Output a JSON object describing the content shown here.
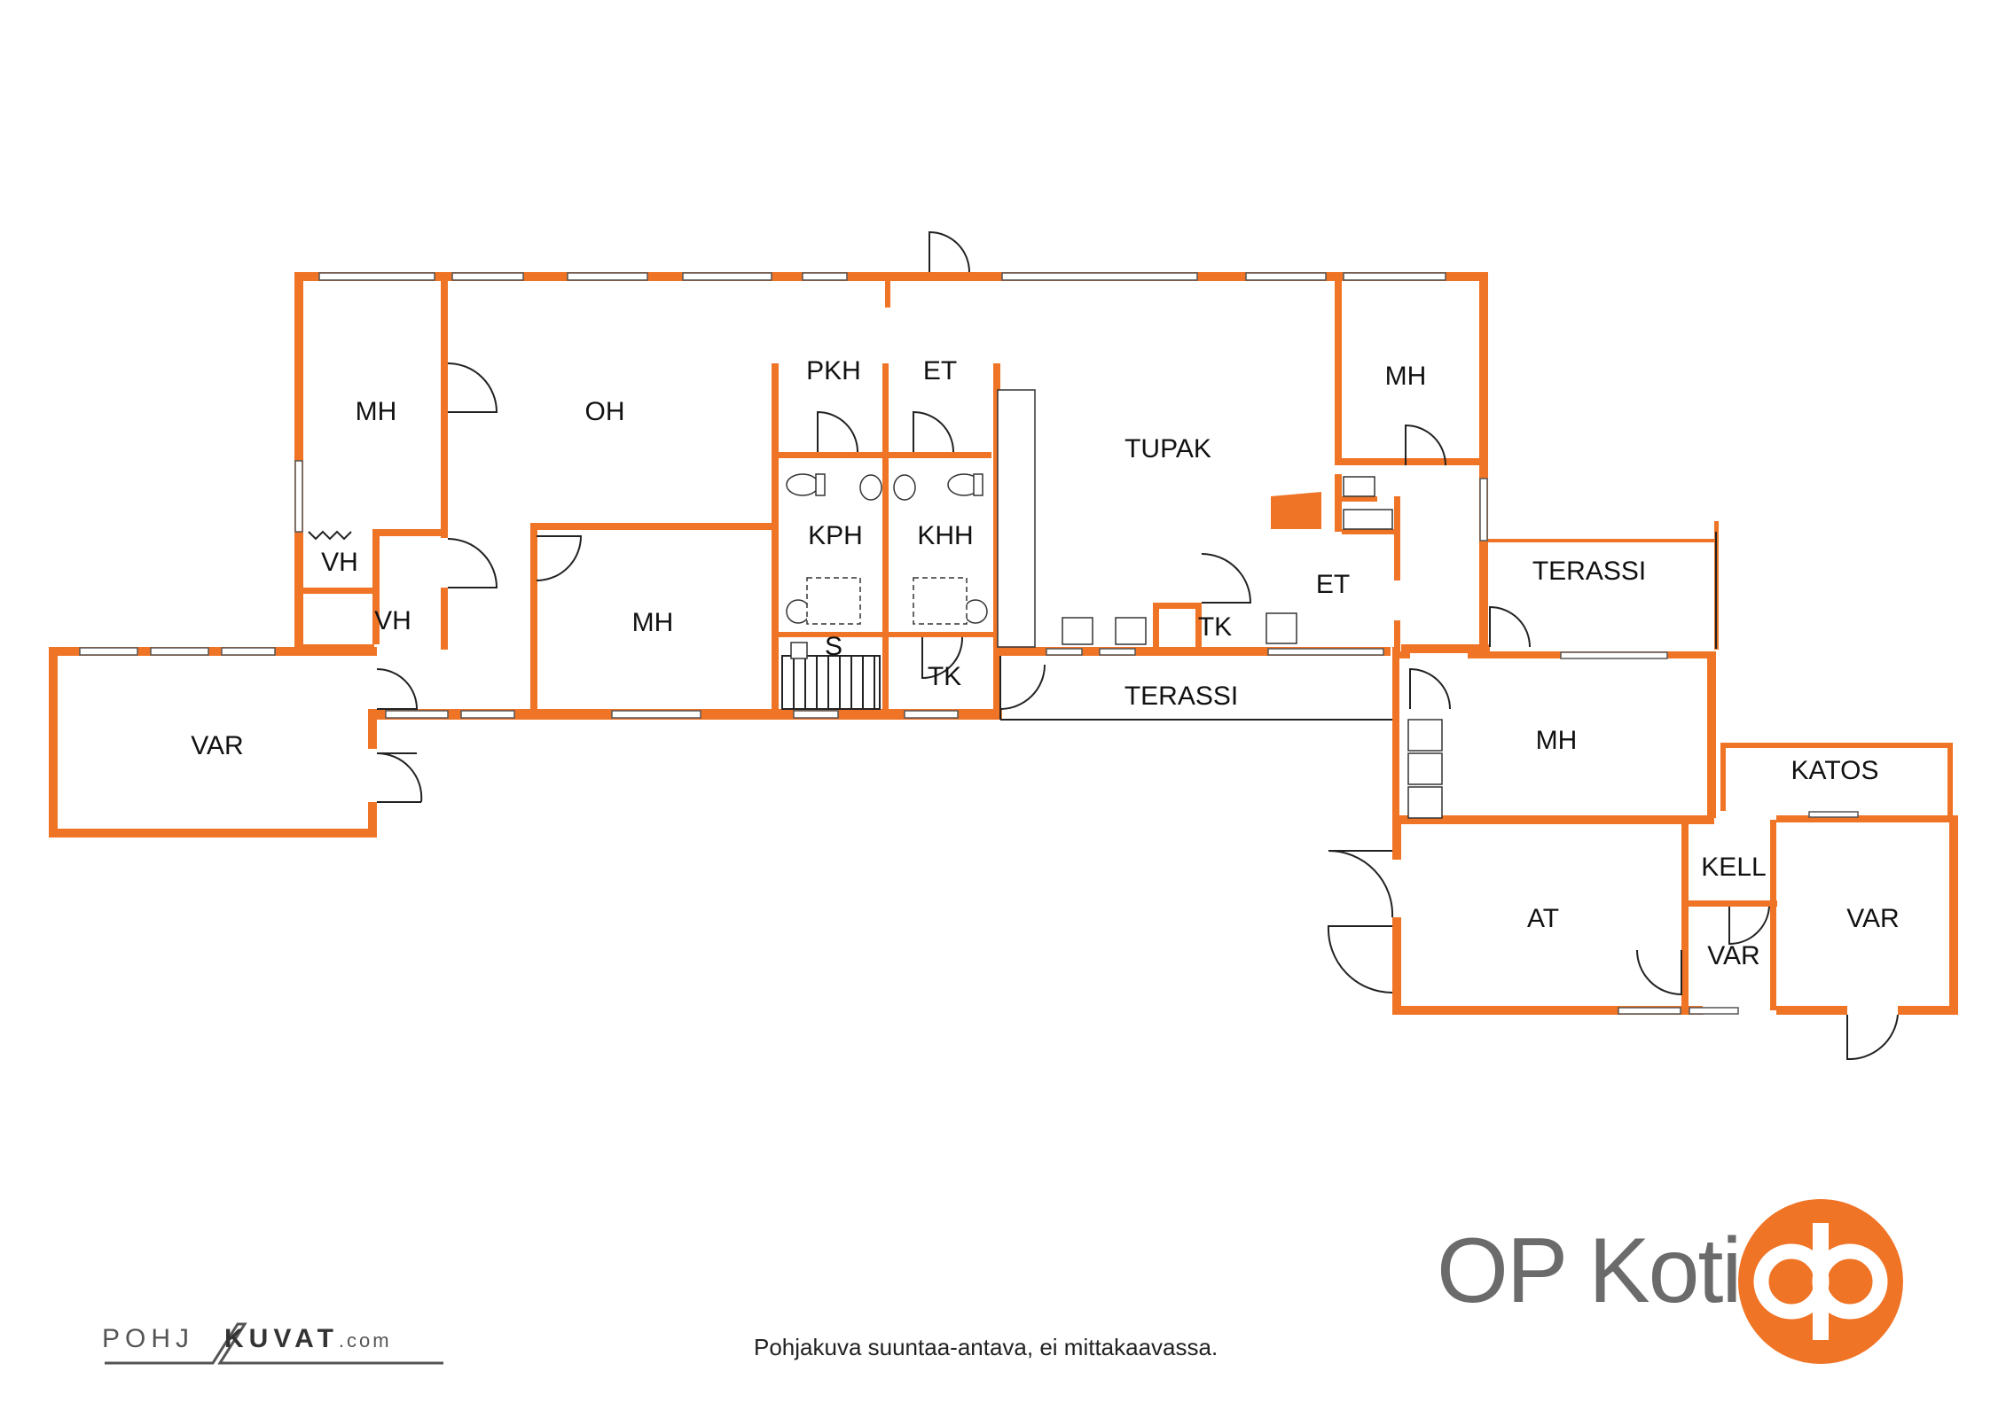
{
  "rooms": {
    "mh_left": "MH",
    "oh": "OH",
    "pkh": "PKH",
    "et_top": "ET",
    "tupak": "TUPAK",
    "mh_right_top": "MH",
    "vh_small": "VH",
    "vh": "VH",
    "kph": "KPH",
    "khh": "KHH",
    "mh_center": "MH",
    "s": "S",
    "tk_bottom": "TK",
    "tk_kitchen": "TK",
    "et_mid": "ET",
    "terassi_right": "TERASSI",
    "terassi_mid": "TERASSI",
    "var_left": "VAR",
    "mh_right_bottom": "MH",
    "katos": "KATOS",
    "kell": "KELL",
    "at": "AT",
    "var_small": "VAR",
    "var_right": "VAR"
  },
  "footer": {
    "disclaimer": "Pohjakuva suuntaa-antava, ei mittakaavassa.",
    "brand": "OP Koti",
    "credit_part1": "POHJ",
    "credit_part2": "KUVAT",
    "credit_domain": ".com"
  },
  "colors": {
    "wall": "#f07426",
    "brand_text": "#6b6b6b",
    "logo": "#f07426"
  },
  "icons": {
    "logo": "op-logo-icon",
    "credit": "pohjakuvat-logo-icon"
  }
}
